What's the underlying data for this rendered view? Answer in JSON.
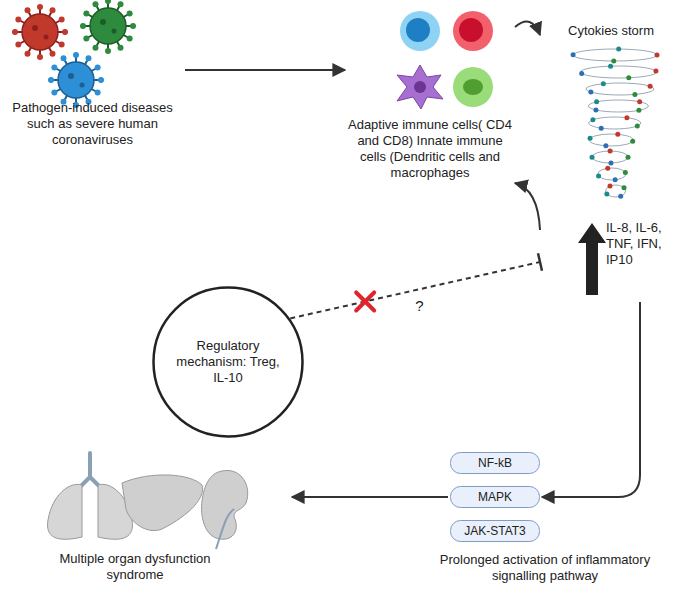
{
  "diagram": {
    "nodes": [
      {
        "text": [
          "Pathogen-induced diseases such as severe human coronaviruses"
        ]
      },
      {
        "text": [
          "Adaptive immune cells( CD4 and CD8) Innate immune cells (Dendritic cells and macrophages"
        ]
      },
      {
        "text": [
          "Cytokies storm",
          "IL-8, IL-6, TNF, IFN, IP10"
        ]
      },
      {
        "text": [
          "Regulatory mechanism: Treg, IL-10"
        ]
      },
      {
        "text": [
          "NF-kB"
        ]
      },
      {
        "text": [
          "MAPK"
        ]
      },
      {
        "text": [
          "JAK-STAT3"
        ]
      },
      {
        "text": [
          "Multiple organ dysfunction syndrome"
        ]
      }
    ],
    "edges": [
      {
        "from": 0,
        "to": 1,
        "arrow": "to"
      },
      {
        "from": 1,
        "to": 2,
        "arrow": "to"
      },
      {
        "from": 2,
        "to": 1,
        "arrow": "to"
      },
      {
        "from": 3,
        "to": 2,
        "label": "?",
        "arrow": "to"
      },
      {
        "from": 2,
        "to": 5,
        "arrow": "to"
      },
      {
        "from": 5,
        "to": 7,
        "arrow": "to"
      }
    ],
    "labels": [
      "Prolonged activation of inflammatory signalling pathway"
    ]
  }
}
